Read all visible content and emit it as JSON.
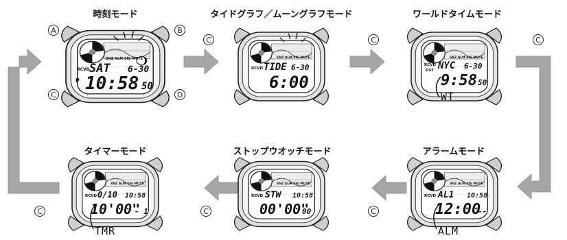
{
  "modes": {
    "timekeeping": {
      "title": "時刻モード",
      "rcvd": "RCVD",
      "line1_left": "SAT",
      "line1_right": "6-30",
      "pm": "P",
      "time": "10:58",
      "seconds": "50",
      "indicators": "SNZ ALM SIG MUTE",
      "buttons": {
        "a": "A",
        "b": "B",
        "c": "C",
        "d": "D"
      }
    },
    "tide": {
      "title": "タイドグラフ／ムーングラフモード",
      "rcvd": "RCVD",
      "line1_left": "TIDE",
      "line1_right": "6-30",
      "time": "6:00",
      "indicators": "SNZ ALM SIG MUTE"
    },
    "world_time": {
      "title": "ワールドタイムモード",
      "rcvd": "RCVD",
      "dst": "DST",
      "line1_left": "NYC",
      "line1_right": "6-30",
      "time": "9:58",
      "seconds": "50",
      "callout": "WT",
      "indicators": "SNZ ALM SIG MUTE"
    },
    "alarm": {
      "title": "アラームモード",
      "rcvd": "RCVD",
      "line1_left": "AL1",
      "line1_right": "10:58",
      "time": "12:00",
      "seconds": "--",
      "callout": "ALM",
      "indicators": "SNZ ALM SIG MUTE"
    },
    "stopwatch": {
      "title": "ストップウオッチモード",
      "rcvd": "RCVD",
      "line1_left": "STW",
      "line1_right": "10:58",
      "time": "00'00\"",
      "seconds": "00",
      "indicators": "SNZ ALM SIG MUTE"
    },
    "timer": {
      "title": "タイマーモード",
      "rcvd": "RCVD",
      "line1_left": "0/10",
      "line1_right": "10:58",
      "time": "10'00\"",
      "seconds": "- 1",
      "callout": "TMR",
      "indicators": "SNZ ALM SIG MUTE"
    }
  },
  "transition_button": "C",
  "colors": {
    "arrow": "#a6a6a6",
    "bezel": "#d9d9d9",
    "lcd": "#ffffff",
    "outline": "#222222"
  }
}
